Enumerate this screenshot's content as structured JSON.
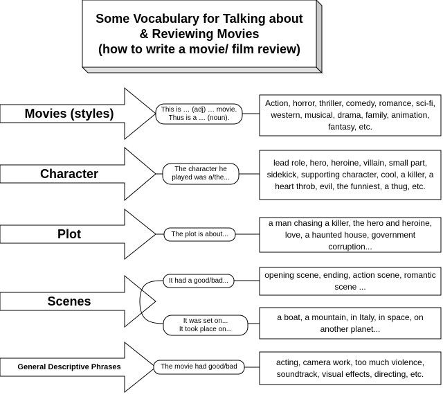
{
  "title": {
    "line1": "Some Vocabulary for Talking about",
    "line2": "& Reviewing Movies",
    "line3": "(how to write a movie/ film review)"
  },
  "rows": [
    {
      "category": "Movies (styles)",
      "phrase_line1": "This is … (adj) … movie.",
      "phrase_line2": "Thus is a … (noun).",
      "examples": "Action, horror, thriller, comedy, romance, sci-fi, western, musical, drama, family, animation, fantasy, etc."
    },
    {
      "category": "Character",
      "phrase_line1": "The character he",
      "phrase_line2": "played was a/the...",
      "examples": "lead role, hero, heroine, villain, small part, sidekick, supporting character, cool, a killer, a heart throb, evil, the funniest, a thug, etc."
    },
    {
      "category": "Plot",
      "phrase_line1": "The plot is about...",
      "phrase_line2": "",
      "examples": "a man chasing a killer, the hero and heroine, love, a haunted house, government corruption..."
    },
    {
      "category": "Scenes",
      "phrase_a": "It had a good/bad...",
      "examples_a": "opening scene, ending, action scene, romantic scene ...",
      "phrase_b_line1": "It was set on...",
      "phrase_b_line2": "It took place on...",
      "examples_b": "a boat, a mountain, in Italy, in space, on another planet..."
    },
    {
      "category": "General Descriptive Phrases",
      "phrase_line1": "The movie had good/bad",
      "phrase_line2": "",
      "examples": "acting, camera work, too much violence, soundtrack, visual effects, directing, etc."
    }
  ]
}
